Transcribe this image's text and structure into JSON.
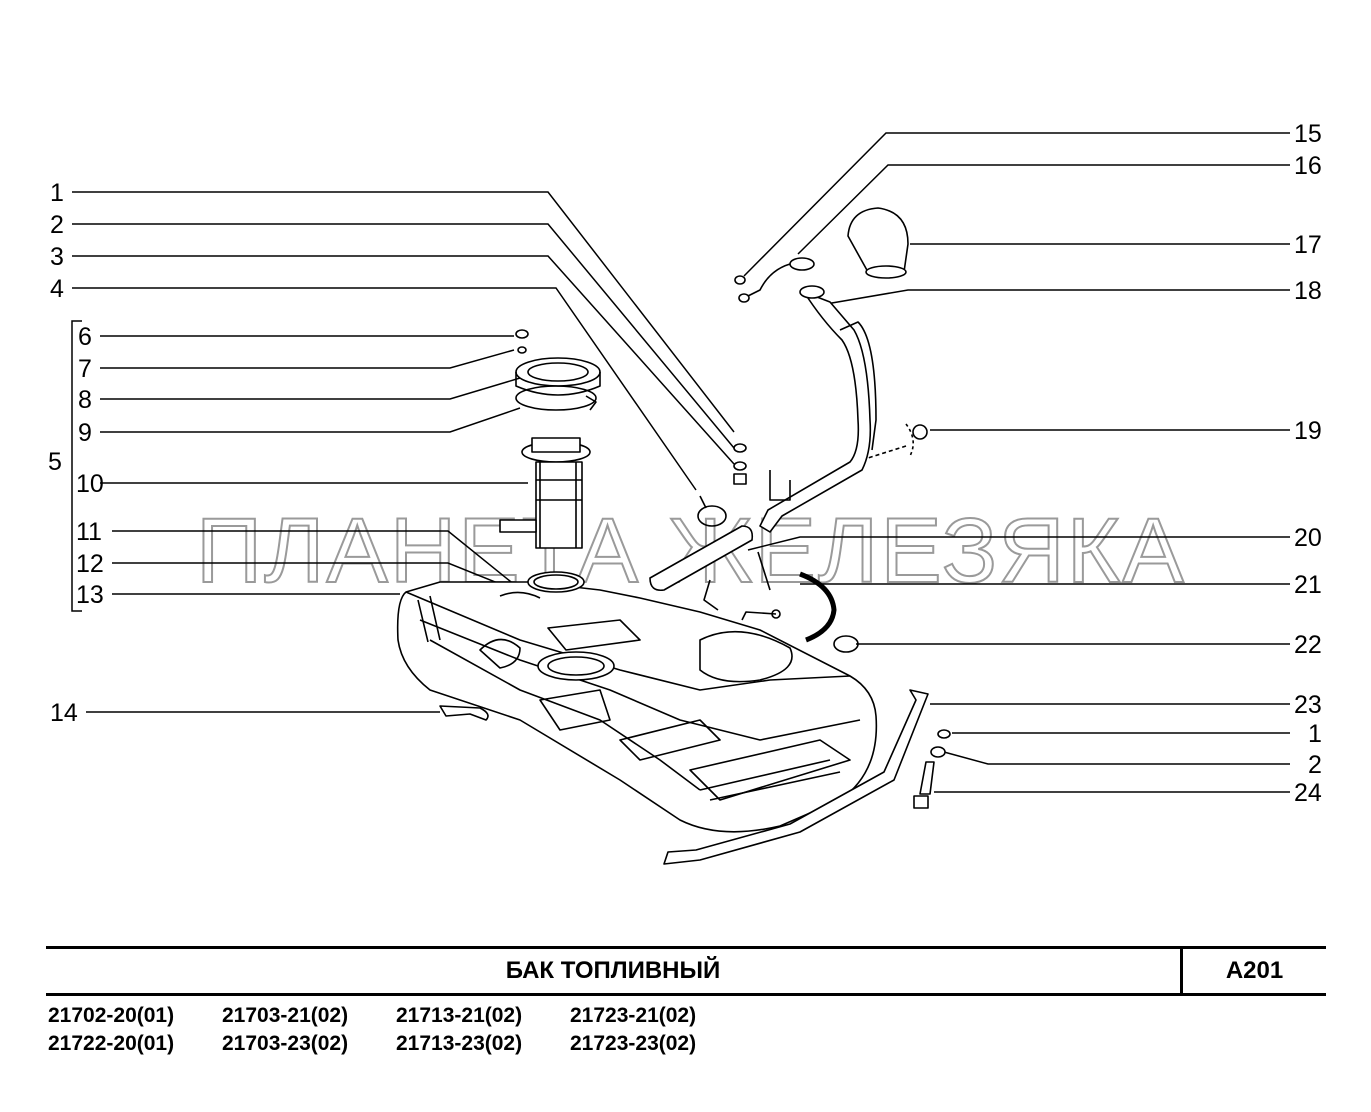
{
  "title": "БАК  ТОПЛИВНЫЙ",
  "code": "A201",
  "watermark": "ПЛАНЕТА ЖЕЛЕЗЯКА",
  "models": [
    [
      "21702-20(01)",
      "21703-21(02)",
      "21713-21(02)",
      "21723-21(02)"
    ],
    [
      "21722-20(01)",
      "21703-23(02)",
      "21713-23(02)",
      "21723-23(02)"
    ]
  ],
  "callouts_left": [
    "1",
    "2",
    "3",
    "4",
    "5",
    "6",
    "7",
    "8",
    "9",
    "10",
    "11",
    "12",
    "13",
    "14"
  ],
  "callouts_right": [
    "15",
    "16",
    "17",
    "18",
    "19",
    "20",
    "21",
    "22",
    "23",
    "1",
    "2",
    "24"
  ]
}
